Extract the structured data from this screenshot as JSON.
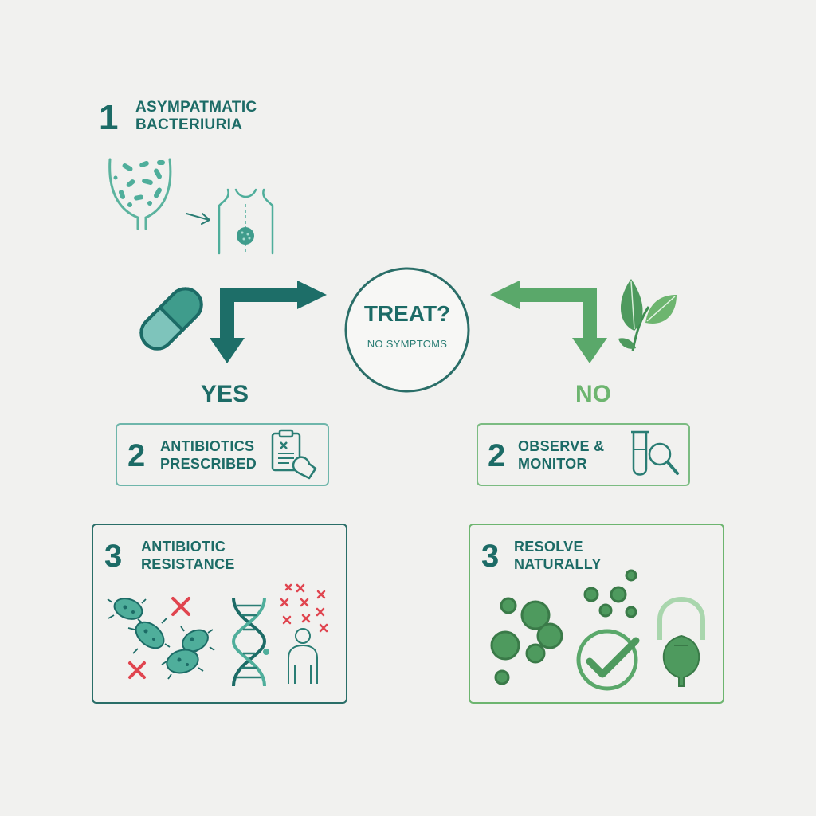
{
  "step1": {
    "number": "1",
    "label_line1": "ASYMPATMATIC",
    "label_line2": "BACTERIURIA"
  },
  "center": {
    "title": "TREAT?",
    "subtitle": "NO SYMPTOMS"
  },
  "yes": {
    "label": "YES",
    "step2": {
      "number": "2",
      "label_line1": "ANTIBIOTICS",
      "label_line2": "PRESCRIBED"
    },
    "step3": {
      "number": "3",
      "label_line1": "ANTIBIOTIC",
      "label_line2": "RESISTANCE"
    }
  },
  "no": {
    "label": "NO",
    "step2": {
      "number": "2",
      "label_line1": "OBSERVE &",
      "label_line2": "MONITOR"
    },
    "step3": {
      "number": "3",
      "label_line1": "RESOLVE",
      "label_line2": "NATURALLY"
    }
  },
  "colors": {
    "teal": "#1c6b66",
    "green": "#4e9a5e",
    "red": "#e0454f",
    "background": "#f1f1ef"
  },
  "icons": [
    "bladder-bacteria-icon",
    "arrow-icon",
    "torso-kidney-icon",
    "capsule-pill-icon",
    "leaf-icon",
    "prescription-hand-icon",
    "test-tube-magnifier-icon",
    "bacteria-icon",
    "red-x-icon",
    "dna-icon",
    "human-figure-icon",
    "bubbles-icon",
    "checkmark-circle-icon",
    "bladder-icon"
  ]
}
